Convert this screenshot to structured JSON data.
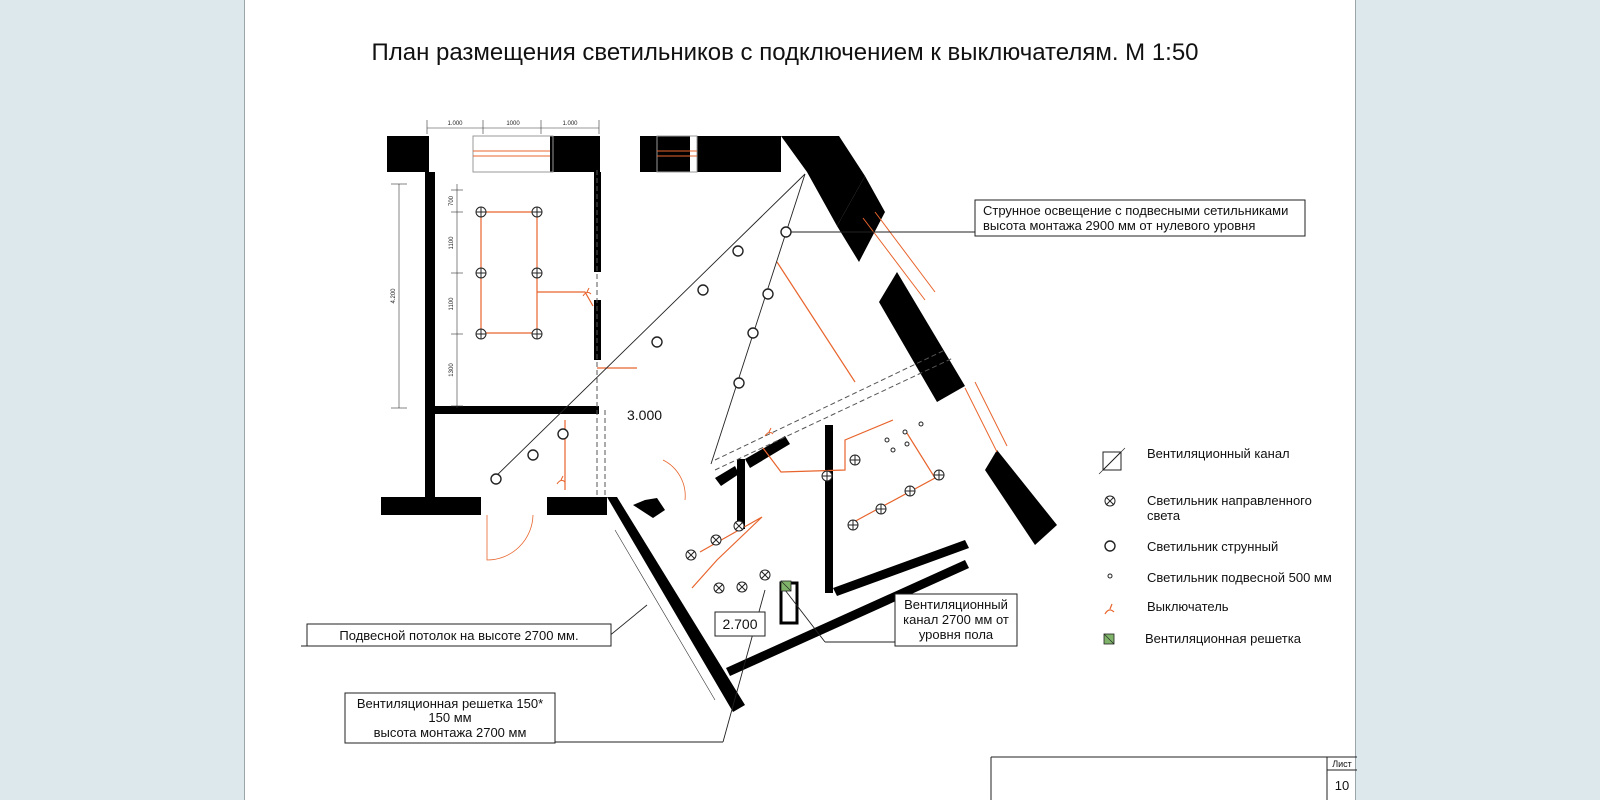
{
  "title": "План размещения светильников с подключением к выключателям. М 1:50",
  "dimensions": {
    "top": [
      "1.000",
      "1000",
      "1.000"
    ],
    "left_total": "4.200",
    "left": [
      "700",
      "1100",
      "1100",
      "1300"
    ]
  },
  "levels": {
    "main": "3.000",
    "kitchen": "2.700"
  },
  "callouts": {
    "string_lighting": [
      "Струнное освещение с подвесными сетильниками",
      "высота монтажа 2900 мм от нулевого уровня"
    ],
    "ceiling": "Подвесной потолок на высоте 2700 мм.",
    "vent_grille": [
      "Вентиляционная решетка 150*",
      "150 мм",
      "высота монтажа 2700 мм"
    ],
    "vent_duct": [
      "Вентиляционный",
      "канал 2700 мм от",
      "уровня пола"
    ]
  },
  "legend": [
    {
      "icon": "vent-duct-icon",
      "label": [
        "Вентиляционный канал"
      ]
    },
    {
      "icon": "directional-light-icon",
      "label": [
        "Светильник направленного",
        "света"
      ]
    },
    {
      "icon": "string-light-icon",
      "label": [
        "Светильник струнный"
      ]
    },
    {
      "icon": "pendant-light-icon",
      "label": [
        "Светильник подвесной 500 мм"
      ]
    },
    {
      "icon": "switch-icon",
      "label": [
        "Выключатель"
      ]
    },
    {
      "icon": "vent-grille-icon",
      "label": [
        "Вентиляционная решетка"
      ]
    }
  ],
  "stamp": {
    "sheet_label": "Лист",
    "sheet_number": "10"
  },
  "colors": {
    "wiring": "#e8642c",
    "walls": "#000000",
    "background": "#dce8ec"
  }
}
